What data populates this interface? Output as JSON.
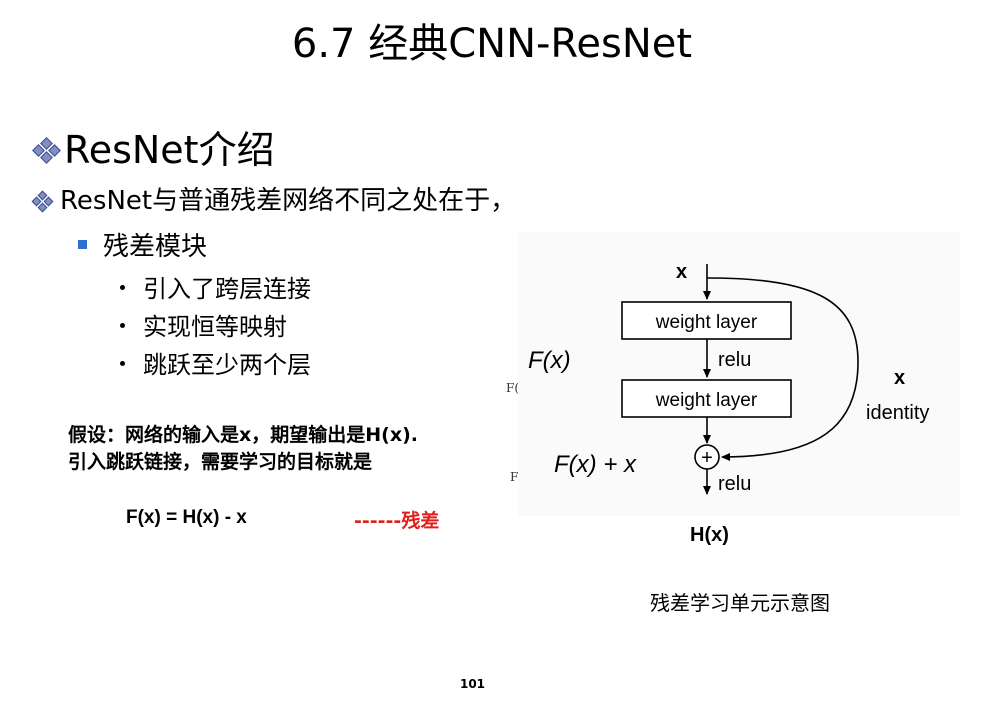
{
  "title": "6.7  经典CNN-ResNet",
  "heading": "ResNet介绍",
  "subheading": "ResNet与普通残差网络不同之处在于，",
  "block_label": "残差模块",
  "bullets": [
    "引入了跨层连接",
    "实现恒等映射",
    "跳跃至少两个层"
  ],
  "assumption": {
    "line1": "假设：网络的输入是x，期望输出是H(x).",
    "line2": "引入跳跃链接，需要学习的目标就是"
  },
  "formula": "F(x) = H(x) - x",
  "residual_note": "------残差",
  "stray_labels": [
    "F(",
    "F"
  ],
  "diagram": {
    "input": "x",
    "layer1": "weight layer",
    "relu_mid": "relu",
    "layer2": "weight layer",
    "fx": "F(x)",
    "fx_plus_x": "F(x) + x",
    "plus": "+",
    "relu_out": "relu",
    "skip_x": "x",
    "identity": "identity"
  },
  "output_label": "H(x)",
  "caption": "残差学习单元示意图",
  "page_number": "101",
  "colors": {
    "bullet_diamond": "#7f8fc4",
    "bullet_square": "#2e6fd2",
    "residual": "#e0201c"
  }
}
